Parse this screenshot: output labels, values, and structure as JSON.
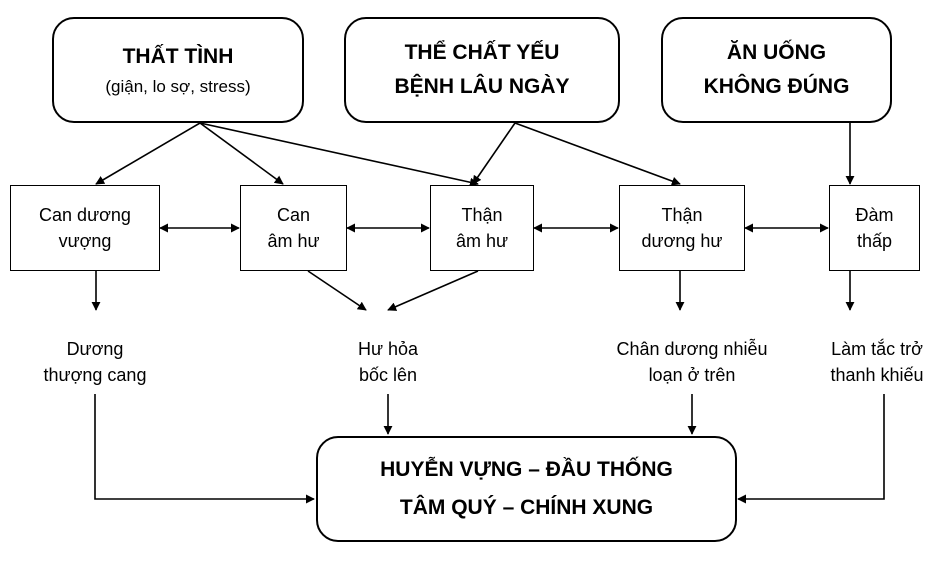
{
  "causes": {
    "that_tinh": {
      "title": "THẤT TÌNH",
      "subtitle": "(giận, lo sợ, stress)"
    },
    "the_chat": {
      "line1": "THỂ CHẤT YẾU",
      "line2": "BỆNH LÂU NGÀY"
    },
    "an_uong": {
      "line1": "ĂN UỐNG",
      "line2": "KHÔNG ĐÚNG"
    }
  },
  "syndromes": {
    "can_duong_vuong": {
      "line1": "Can dương",
      "line2": "vượng"
    },
    "can_am_hu": {
      "line1": "Can",
      "line2": "âm hư"
    },
    "than_am_hu": {
      "line1": "Thận",
      "line2": "âm hư"
    },
    "than_duong_hu": {
      "line1": "Thận",
      "line2": "dương hư"
    },
    "dam_thap": {
      "line1": "Đàm",
      "line2": "thấp"
    }
  },
  "mechanisms": {
    "duong_thuong_cang": {
      "line1": "Dương",
      "line2": "thượng cang"
    },
    "hu_hoa_boc_len": {
      "line1": "Hư hỏa",
      "line2": "bốc lên"
    },
    "chan_duong": {
      "line1": "Chân dương nhiễu",
      "line2": "loạn ở trên"
    },
    "lam_tac_tro": {
      "line1": "Làm tắc trở",
      "line2": "thanh khiếu"
    }
  },
  "result": {
    "line1": "HUYỄN VỰNG – ĐẦU THỐNG",
    "line2": "TÂM QUÝ – CHÍNH XUNG"
  }
}
